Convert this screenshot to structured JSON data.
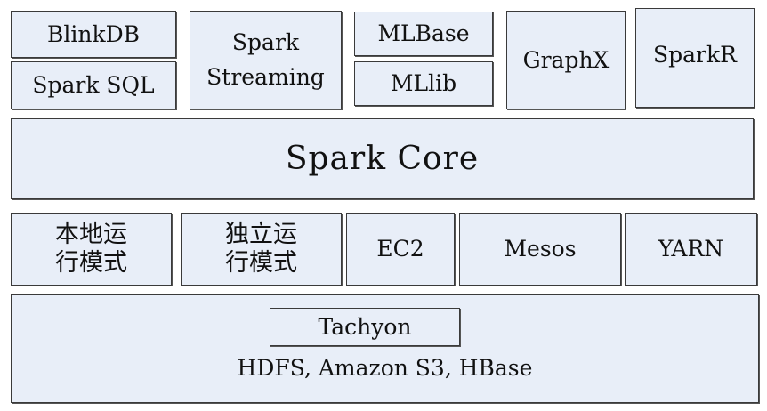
{
  "title": "Spark Ecosystem Architecture",
  "top_layer": {
    "blinkdb": "BlinkDB",
    "spark_sql": "Spark SQL",
    "spark_streaming": "Spark\nStreaming",
    "mlbase": "MLBase",
    "mllib": "MLlib",
    "graphx": "GraphX",
    "sparkr": "SparkR"
  },
  "core_layer": {
    "spark_core": "Spark Core"
  },
  "deploy_layer": {
    "local_mode": "本地运\n行模式",
    "standalone_mode": "独立运\n行模式",
    "ec2": "EC2",
    "mesos": "Mesos",
    "yarn": "YARN"
  },
  "storage_layer": {
    "tachyon": "Tachyon",
    "storage_systems": "HDFS, Amazon S3, HBase"
  },
  "colors": {
    "box_fill": "#e8eef8",
    "border": "#3a3a3a"
  }
}
